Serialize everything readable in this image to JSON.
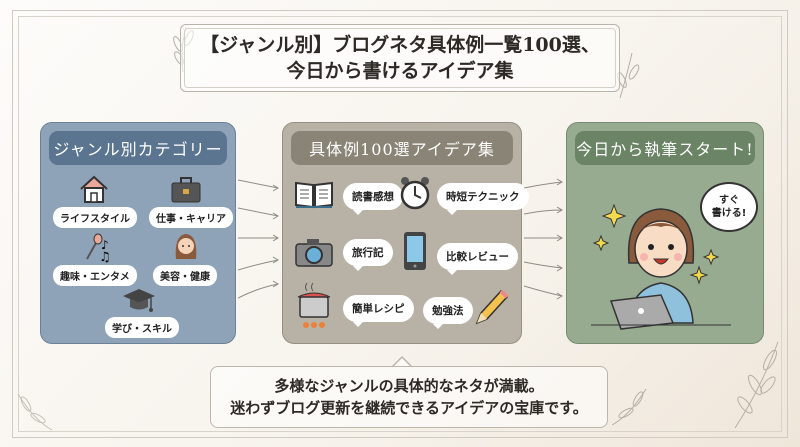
{
  "title": {
    "line1": "【ジャンル別】ブログネタ具体例一覧100選、",
    "line2": "今日から書けるアイデア集"
  },
  "panels": {
    "categories": {
      "header": "ジャンル別カテゴリー",
      "items": [
        {
          "label": "ライフスタイル",
          "icon": "house-icon"
        },
        {
          "label": "仕事・キャリア",
          "icon": "briefcase-icon"
        },
        {
          "label": "趣味・エンタメ",
          "icon": "music-icon"
        },
        {
          "label": "美容・健康",
          "icon": "woman-face-icon"
        },
        {
          "label": "学び・スキル",
          "icon": "graduation-cap-icon"
        }
      ]
    },
    "ideas": {
      "header": "具体例100選アイデア集",
      "items": [
        {
          "label": "読書感想",
          "icon": "book-icon"
        },
        {
          "label": "時短テクニック",
          "icon": "alarm-clock-icon"
        },
        {
          "label": "旅行記",
          "icon": "camera-icon"
        },
        {
          "label": "比較レビュー",
          "icon": "smartphone-icon"
        },
        {
          "label": "簡単レシピ",
          "icon": "cooking-pot-icon"
        },
        {
          "label": "勉強法",
          "icon": "pencil-icon"
        }
      ]
    },
    "start": {
      "header": "今日から執筆スタート!",
      "speech_line1": "すぐ",
      "speech_line2": "書ける!"
    }
  },
  "description": {
    "line1": "多様なジャンルの具体的なネタが満載。",
    "line2": "迷わずブログ更新を継続できるアイデアの宝庫です。"
  },
  "colors": {
    "panel1": "#8ea3b8",
    "panel2": "#b8b2a6",
    "panel3": "#97ab90"
  }
}
